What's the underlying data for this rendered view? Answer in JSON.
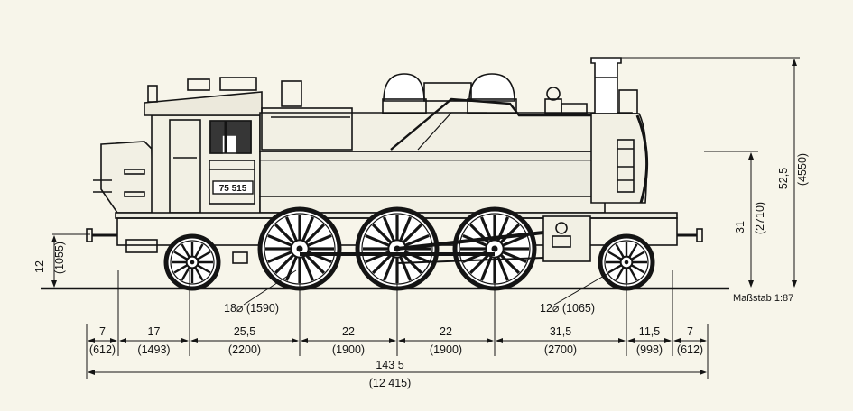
{
  "drawing": {
    "number_plate": "75 515",
    "scale_label": "Maßstab 1:87",
    "colors": {
      "ink": "#141414",
      "paper": "#f7f5ea",
      "shade": "#dad8cc"
    }
  },
  "callouts": {
    "driving_wheel": "18⌀ (1590)",
    "carrying_wheel": "12⌀ (1065)"
  },
  "vertical_dims": {
    "buffer_height": {
      "mm": "12",
      "real": "(1055)"
    },
    "boiler_height": {
      "mm": "31",
      "real": "(2710)"
    },
    "total_height": {
      "mm": "52,5",
      "real": "(4550)"
    }
  },
  "horizontal_dims": [
    {
      "mm": "7",
      "real": "(612)"
    },
    {
      "mm": "17",
      "real": "(1493)"
    },
    {
      "mm": "25,5",
      "real": "(2200)"
    },
    {
      "mm": "22",
      "real": "(1900)"
    },
    {
      "mm": "22",
      "real": "(1900)"
    },
    {
      "mm": "31,5",
      "real": "(2700)"
    },
    {
      "mm": "11,5",
      "real": "(998)"
    },
    {
      "mm": "7",
      "real": "(612)"
    }
  ],
  "overall_length": {
    "mm": "143 5",
    "real": "(12 415)"
  }
}
